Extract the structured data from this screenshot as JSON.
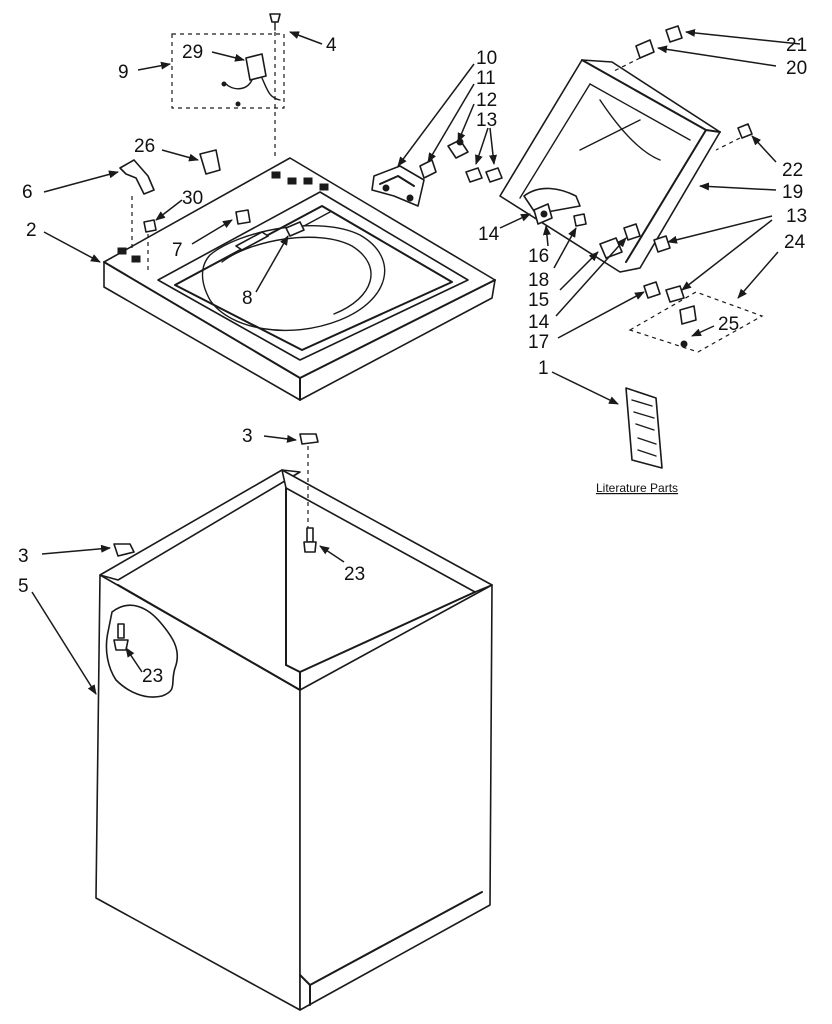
{
  "diagram": {
    "callouts": {
      "c1": "1",
      "c2": "2",
      "c3a": "3",
      "c3b": "3",
      "c4": "4",
      "c5": "5",
      "c6": "6",
      "c7": "7",
      "c8": "8",
      "c9": "9",
      "c10": "10",
      "c11": "11",
      "c12": "12",
      "c13a": "13",
      "c13b": "13",
      "c14a": "14",
      "c14b": "14",
      "c15": "15",
      "c16": "16",
      "c17": "17",
      "c18": "18",
      "c19": "19",
      "c20": "20",
      "c21": "21",
      "c22": "22",
      "c23a": "23",
      "c23b": "23",
      "c24": "24",
      "c25": "25",
      "c26": "26",
      "c29": "29",
      "c30": "30"
    },
    "literature_label": "Literature Parts"
  }
}
